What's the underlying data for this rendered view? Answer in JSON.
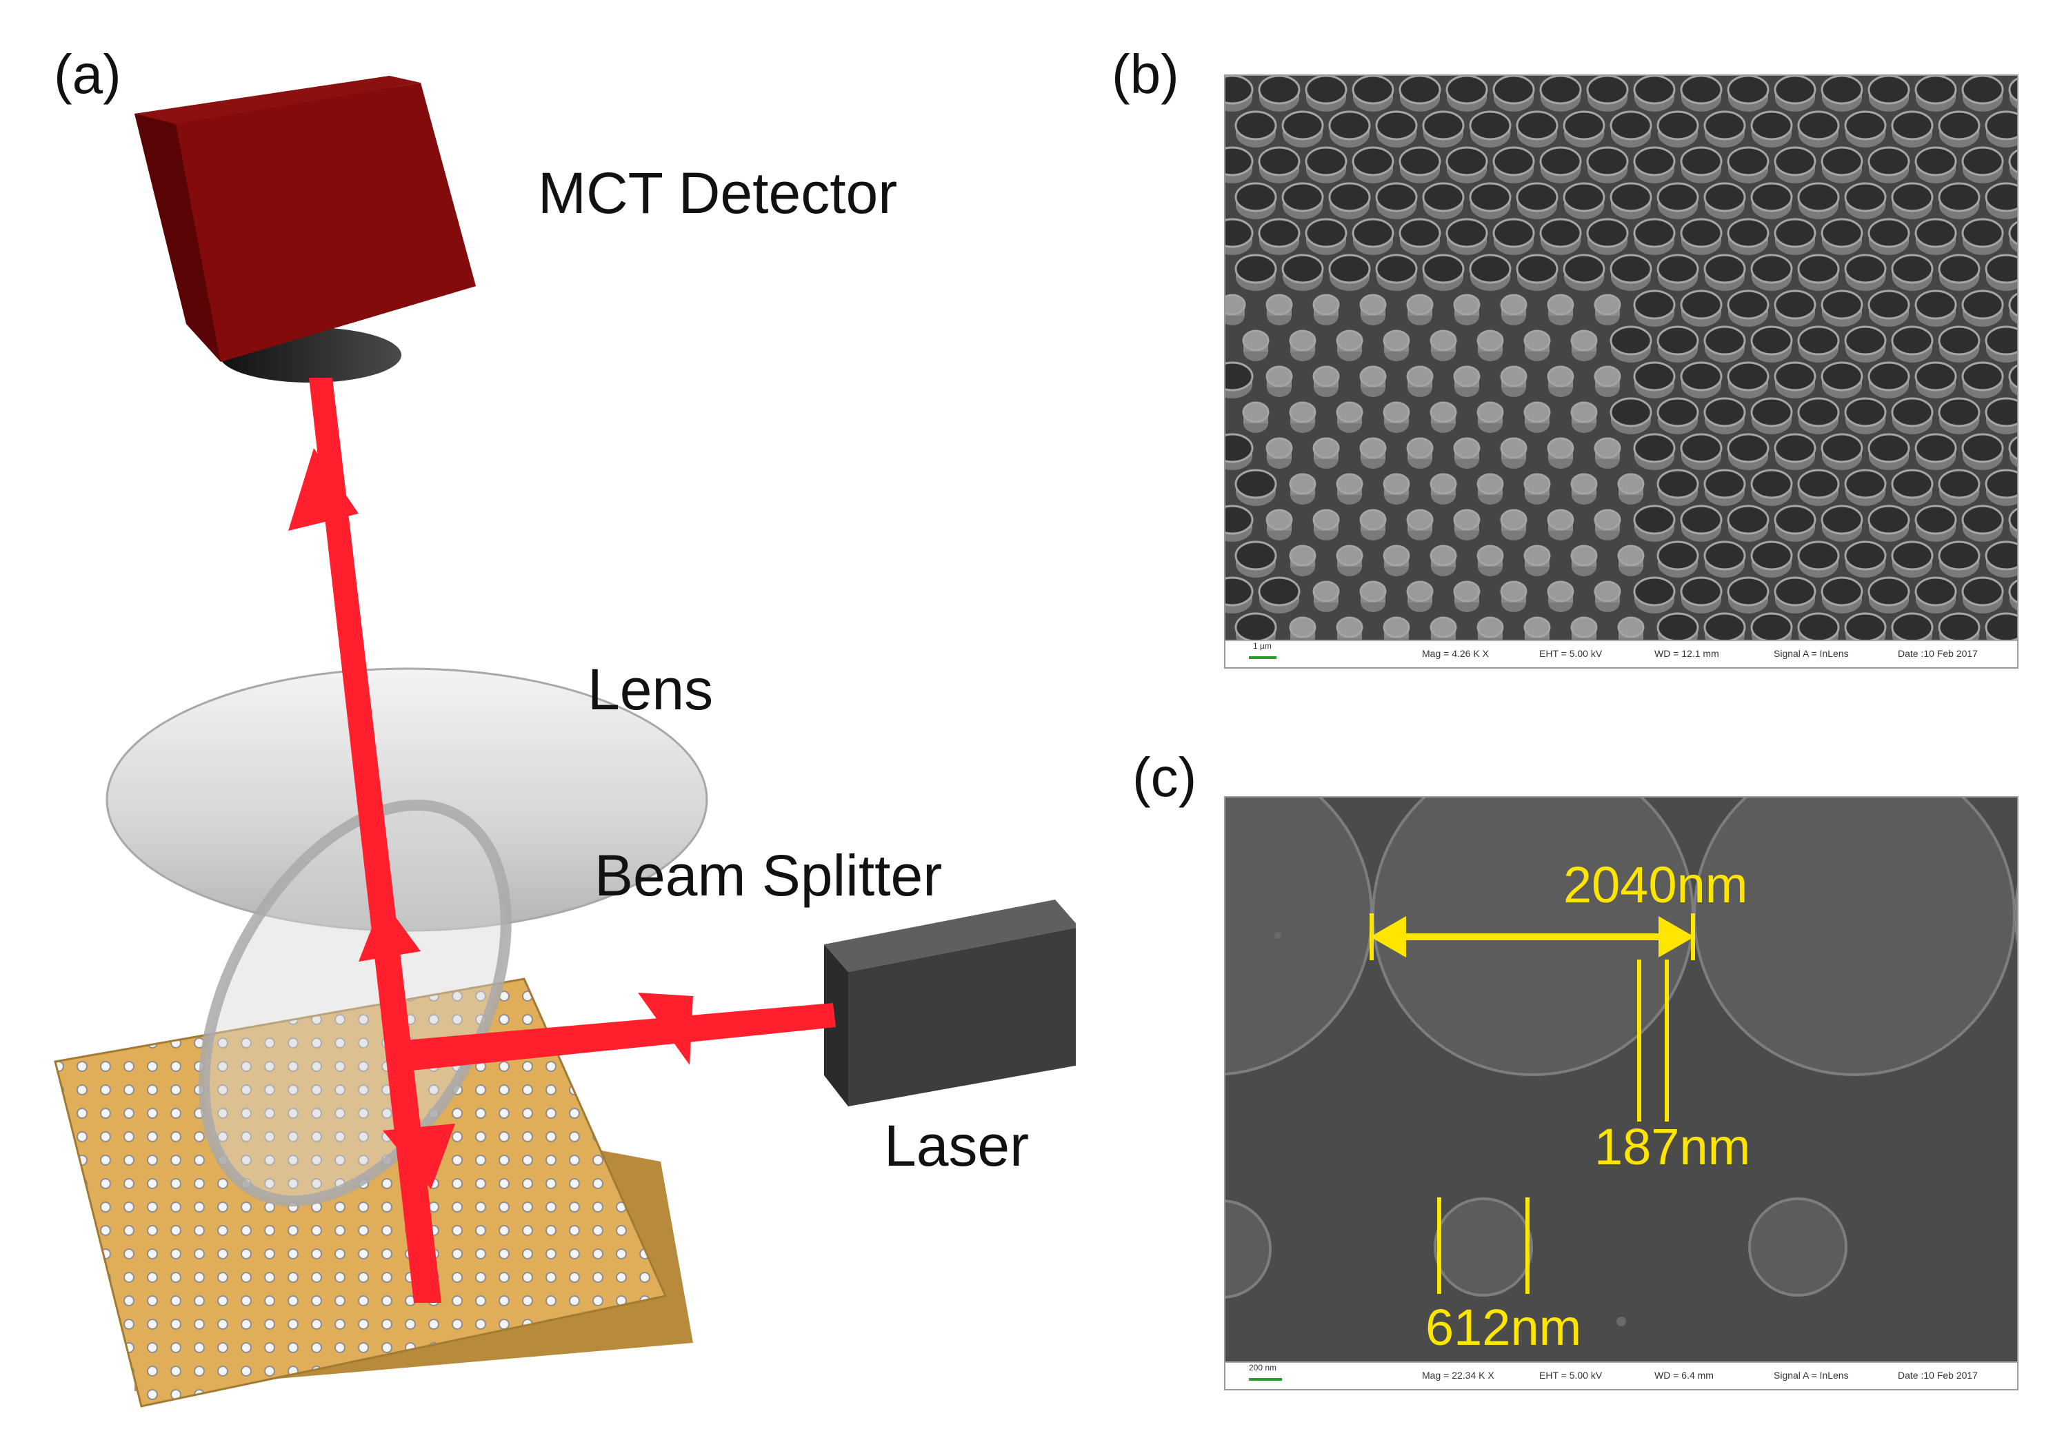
{
  "panels": {
    "a": {
      "label": "(a)"
    },
    "b": {
      "label": "(b)"
    },
    "c": {
      "label": "(c)"
    }
  },
  "setup": {
    "detector_label": "MCT Detector",
    "lens_label": "Lens",
    "splitter_label": "Beam Splitter",
    "laser_label": "Laser",
    "colors": {
      "beam": "#ff1f2d",
      "detector": "#7a0a0a",
      "laser": "#3d3d3d",
      "substrate": "#e0ad58"
    }
  },
  "sem_b": {
    "scale_label": "1 µm",
    "mag": "Mag =  4.26 K X",
    "eht": "EHT =  5.00 kV",
    "wd": "WD = 12.1 mm",
    "signal": "Signal A = InLens",
    "date": "Date :10 Feb 2017"
  },
  "sem_c": {
    "scale_label": "200 nm",
    "mag": "Mag =  22.34 K X",
    "eht": "EHT =  5.00 kV",
    "wd": "WD =  6.4 mm",
    "signal": "Signal A = InLens",
    "date": "Date :10 Feb 2017",
    "dim_large": "2040nm",
    "dim_gap": "187nm",
    "dim_small": "612nm"
  }
}
